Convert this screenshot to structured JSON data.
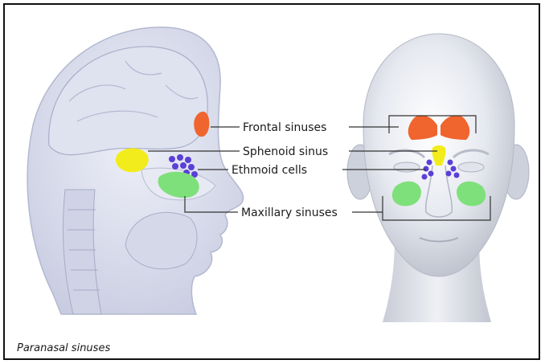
{
  "labels": {
    "frontal": "Frontal sinuses",
    "sphenoid": "Sphenoid sinus",
    "ethmoid": "Ethmoid cells",
    "maxillary": "Maxillary sinuses"
  },
  "caption": "Paranasal sinuses",
  "colors": {
    "frontal": "#f0642e",
    "sphenoid": "#f2ec1c",
    "ethmoid": "#5b3fd6",
    "maxillary": "#7ee07a"
  }
}
